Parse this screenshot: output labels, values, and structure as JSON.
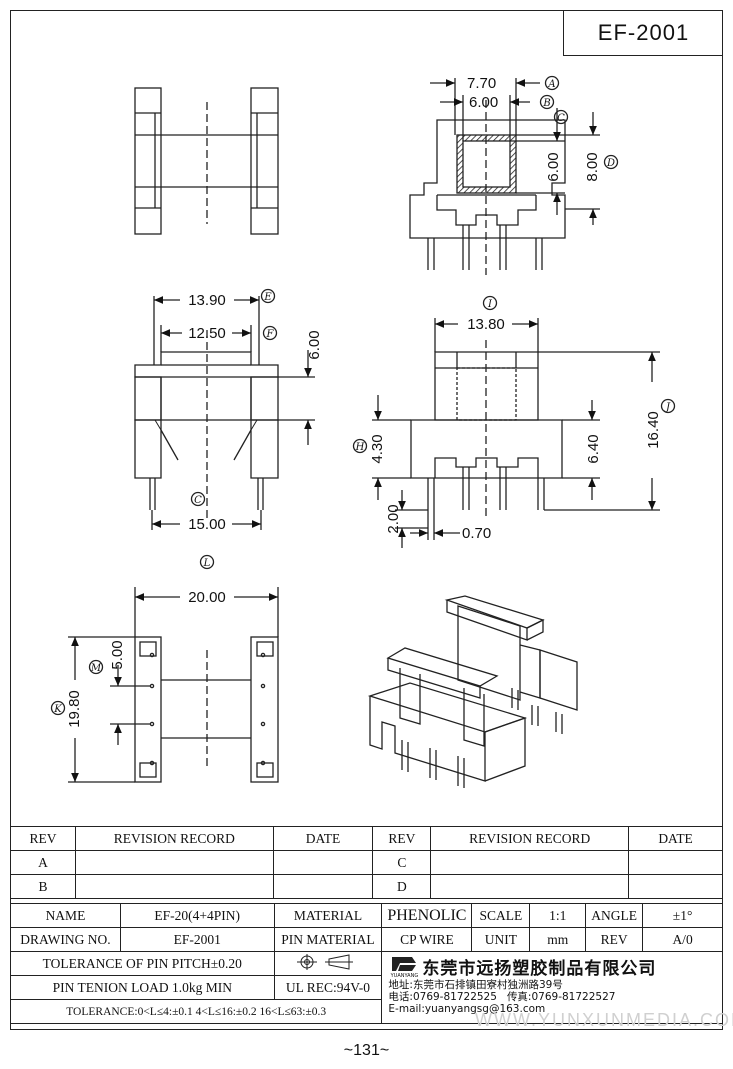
{
  "title": "EF-2001",
  "page_number": "~131~",
  "watermark": "WWW.YUNXUNMEDIA.COM",
  "dims": {
    "d770": "7.70",
    "d600a": "6.00",
    "d600b": "6.00",
    "d800": "8.00",
    "d1390": "13.90",
    "d1250": "12.50",
    "d600c": "6.00",
    "d1500": "15.00",
    "d1380": "13.80",
    "d1640": "16.40",
    "d430": "4.30",
    "d640": "6.40",
    "d200": "2.00",
    "d070": "0.70",
    "d2000": "20.00",
    "d500": "5.00",
    "d1980": "19.80"
  },
  "labels": {
    "A": "A",
    "B": "B",
    "C": "C",
    "D": "D",
    "E": "E",
    "F": "F",
    "G": "C",
    "H": "H",
    "I": "I",
    "J": "J",
    "K": "K",
    "L": "L",
    "M": "M"
  },
  "revision": {
    "headers": [
      "REV",
      "REVISION RECORD",
      "DATE",
      "REV",
      "REVISION RECORD",
      "DATE"
    ],
    "rows": [
      [
        "A",
        "",
        "",
        "C",
        "",
        ""
      ],
      [
        "B",
        "",
        "",
        "D",
        "",
        ""
      ]
    ]
  },
  "info": {
    "name_label": "NAME",
    "name_value": "EF-20(4+4PIN)",
    "material_label": "MATERIAL",
    "material_value": "PHENOLIC",
    "scale_label": "SCALE",
    "scale_value": "1:1",
    "angle_label": "ANGLE",
    "angle_value": "±1°",
    "drawing_no_label": "DRAWING NO.",
    "drawing_no_value": "EF-2001",
    "pin_material_label": "PIN MATERIAL",
    "pin_material_value": "CP WIRE",
    "unit_label": "UNIT",
    "unit_value": "mm",
    "rev_label": "REV",
    "rev_value": "A/0",
    "tolerance_pitch": "TOLERANCE OF PIN PITCH±0.20",
    "pin_tension": "PIN TENION LOAD 1.0kg MIN",
    "ul_rec": "UL REC:94V-0",
    "tolerance": "TOLERANCE:0<L≤4:±0.1  4<L≤16:±0.2  16<L≤63:±0.3",
    "company": "东莞市远扬塑胶制品有限公司",
    "logo_text": "YUANYANG",
    "address": "地址:东莞市石排镇田寮村独洲路39号",
    "phone": "电话:0769-81722525",
    "fax": "传真:0769-81722527",
    "email": "E-mail:yuanyangsg@163.com"
  }
}
